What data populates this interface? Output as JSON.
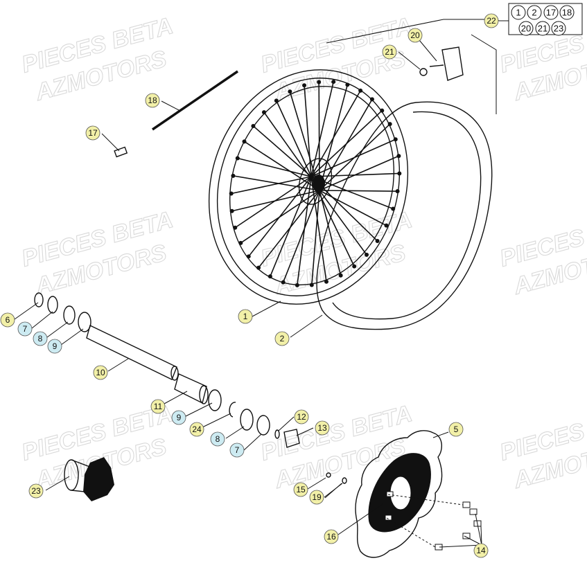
{
  "watermark": {
    "line1": "PIECES BETA",
    "line2": "AZMOTORS"
  },
  "colors": {
    "callout_fill": "#f2f0a8",
    "callout_fill_alt": "#cdebf2",
    "ink": "#111111"
  },
  "callouts": [
    {
      "id": "c1",
      "label": "1"
    },
    {
      "id": "c2",
      "label": "2"
    },
    {
      "id": "c5",
      "label": "5"
    },
    {
      "id": "c6",
      "label": "6"
    },
    {
      "id": "c7a",
      "label": "7"
    },
    {
      "id": "c8a",
      "label": "8"
    },
    {
      "id": "c9a",
      "label": "9"
    },
    {
      "id": "c10",
      "label": "10"
    },
    {
      "id": "c11",
      "label": "11"
    },
    {
      "id": "c9b",
      "label": "9"
    },
    {
      "id": "c24",
      "label": "24"
    },
    {
      "id": "c8b",
      "label": "8"
    },
    {
      "id": "c7b",
      "label": "7"
    },
    {
      "id": "c12",
      "label": "12"
    },
    {
      "id": "c13",
      "label": "13"
    },
    {
      "id": "c14",
      "label": "14"
    },
    {
      "id": "c15",
      "label": "15"
    },
    {
      "id": "c16",
      "label": "16"
    },
    {
      "id": "c17",
      "label": "17"
    },
    {
      "id": "c18",
      "label": "18"
    },
    {
      "id": "c19",
      "label": "19"
    },
    {
      "id": "c20",
      "label": "20"
    },
    {
      "id": "c21",
      "label": "21"
    },
    {
      "id": "c22",
      "label": "22"
    },
    {
      "id": "c23",
      "label": "23"
    }
  ],
  "kit_labels": [
    "1",
    "2",
    "17",
    "18",
    "20",
    "21",
    "23"
  ]
}
